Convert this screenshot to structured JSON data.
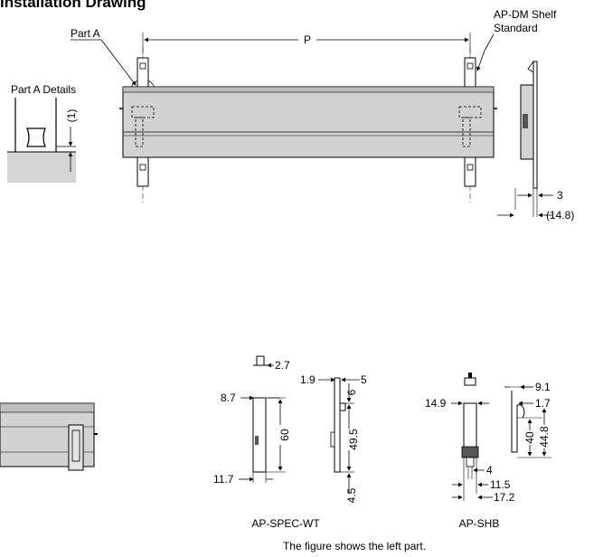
{
  "title": "Installation Drawing",
  "labels": {
    "part_a": "Part A",
    "part_a_details": "Part A Details",
    "p": "P",
    "shelf_standard_line1": "AP-DM Shelf",
    "shelf_standard_line2": "Standard",
    "dim_1": "(1)",
    "dim_3": "3",
    "dim_14_8": "(14.8)"
  },
  "spec_wt": {
    "caption": "AP-SPEC-WT",
    "d_2_7": "2.7",
    "d_1_9": "1.9",
    "d_5": "5",
    "d_8_7": "8.7",
    "d_60": "60",
    "d_6": "6",
    "d_49_5": "49.5",
    "d_11_7": "11.7",
    "d_4_5": "4.5"
  },
  "shb": {
    "caption": "AP-SHB",
    "d_9_1": "9.1",
    "d_1_7": "1.7",
    "d_14_9": "14.9",
    "d_40": "40",
    "d_44_8": "44.8",
    "d_4": "4",
    "d_11_5": "11.5",
    "d_17_2": "17.2"
  },
  "footnote": "The figure shows the left part."
}
